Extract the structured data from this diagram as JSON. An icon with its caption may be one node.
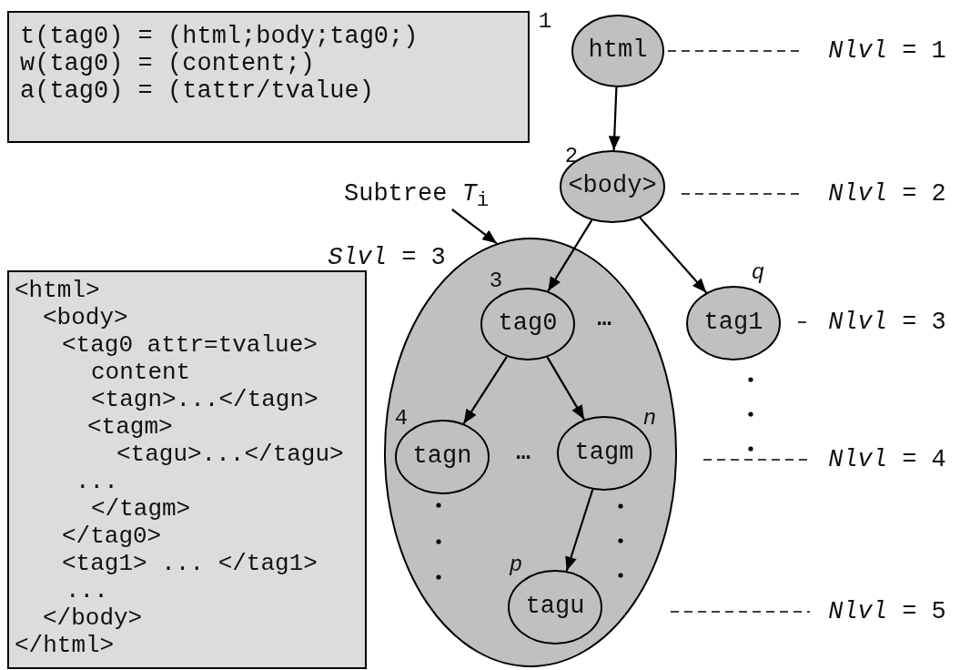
{
  "diagram": {
    "nodes": [
      {
        "text": [
          "t(tag0) = (html;body;tag0;)",
          "w(tag0) = (content;)",
          "a(tag0) = (tattr/tvalue)"
        ]
      },
      {
        "text": [
          "Subtree *T*$_{i}$"
        ]
      },
      {
        "text": [
          "html"
        ],
        "beside": [
          "1"
        ]
      },
      {
        "text": [
          "<body>"
        ],
        "beside": [
          "2"
        ]
      },
      {
        "text": [],
        "shape": "ellipse",
        "beside": [
          "*Slvl* = 3"
        ]
      },
      {
        "text": [
          "tag0"
        ],
        "in": 4,
        "beside": [
          "3"
        ]
      },
      {
        "text": [
          "tagn"
        ],
        "in": 4,
        "beside": [
          "4"
        ]
      },
      {
        "text": [
          "tagm"
        ],
        "in": 4,
        "beside": [
          "*n*"
        ]
      },
      {
        "text": [
          "tagu"
        ],
        "in": 4,
        "beside": [
          "*p*"
        ]
      },
      {
        "text": [
          "tag1"
        ],
        "beside": [
          "*q*"
        ]
      },
      {
        "text": [
          "<html>",
          "<body>",
          "<tag0 attr=tvalue>",
          "content",
          "<tagn>...</tagn>",
          "<tagm>",
          "<tagu>...</tagu>",
          "...",
          "</tagm>",
          "</tag0>",
          "<tag1> ... </tag1>",
          "...",
          "</body>",
          "</html>"
        ]
      }
    ],
    "edges": [
      {
        "from": 2,
        "to": 3,
        "arrow": "to"
      },
      {
        "from": 1,
        "to": 4,
        "arrow": "to"
      },
      {
        "from": 3,
        "to": 5,
        "arrow": "to"
      },
      {
        "from": 3,
        "to": 9,
        "arrow": "to"
      },
      {
        "from": 5,
        "to": 6,
        "arrow": "to"
      },
      {
        "from": 5,
        "to": 7,
        "arrow": "to"
      },
      {
        "from": 7,
        "to": 8,
        "arrow": "to"
      }
    ],
    "labels": [
      "*Nlvl* = 1",
      "*Nlvl* = 2",
      "…",
      "*Nlvl* = 3",
      "…",
      "*Nlvl* = 4",
      "*Nlvl* = 5"
    ]
  }
}
